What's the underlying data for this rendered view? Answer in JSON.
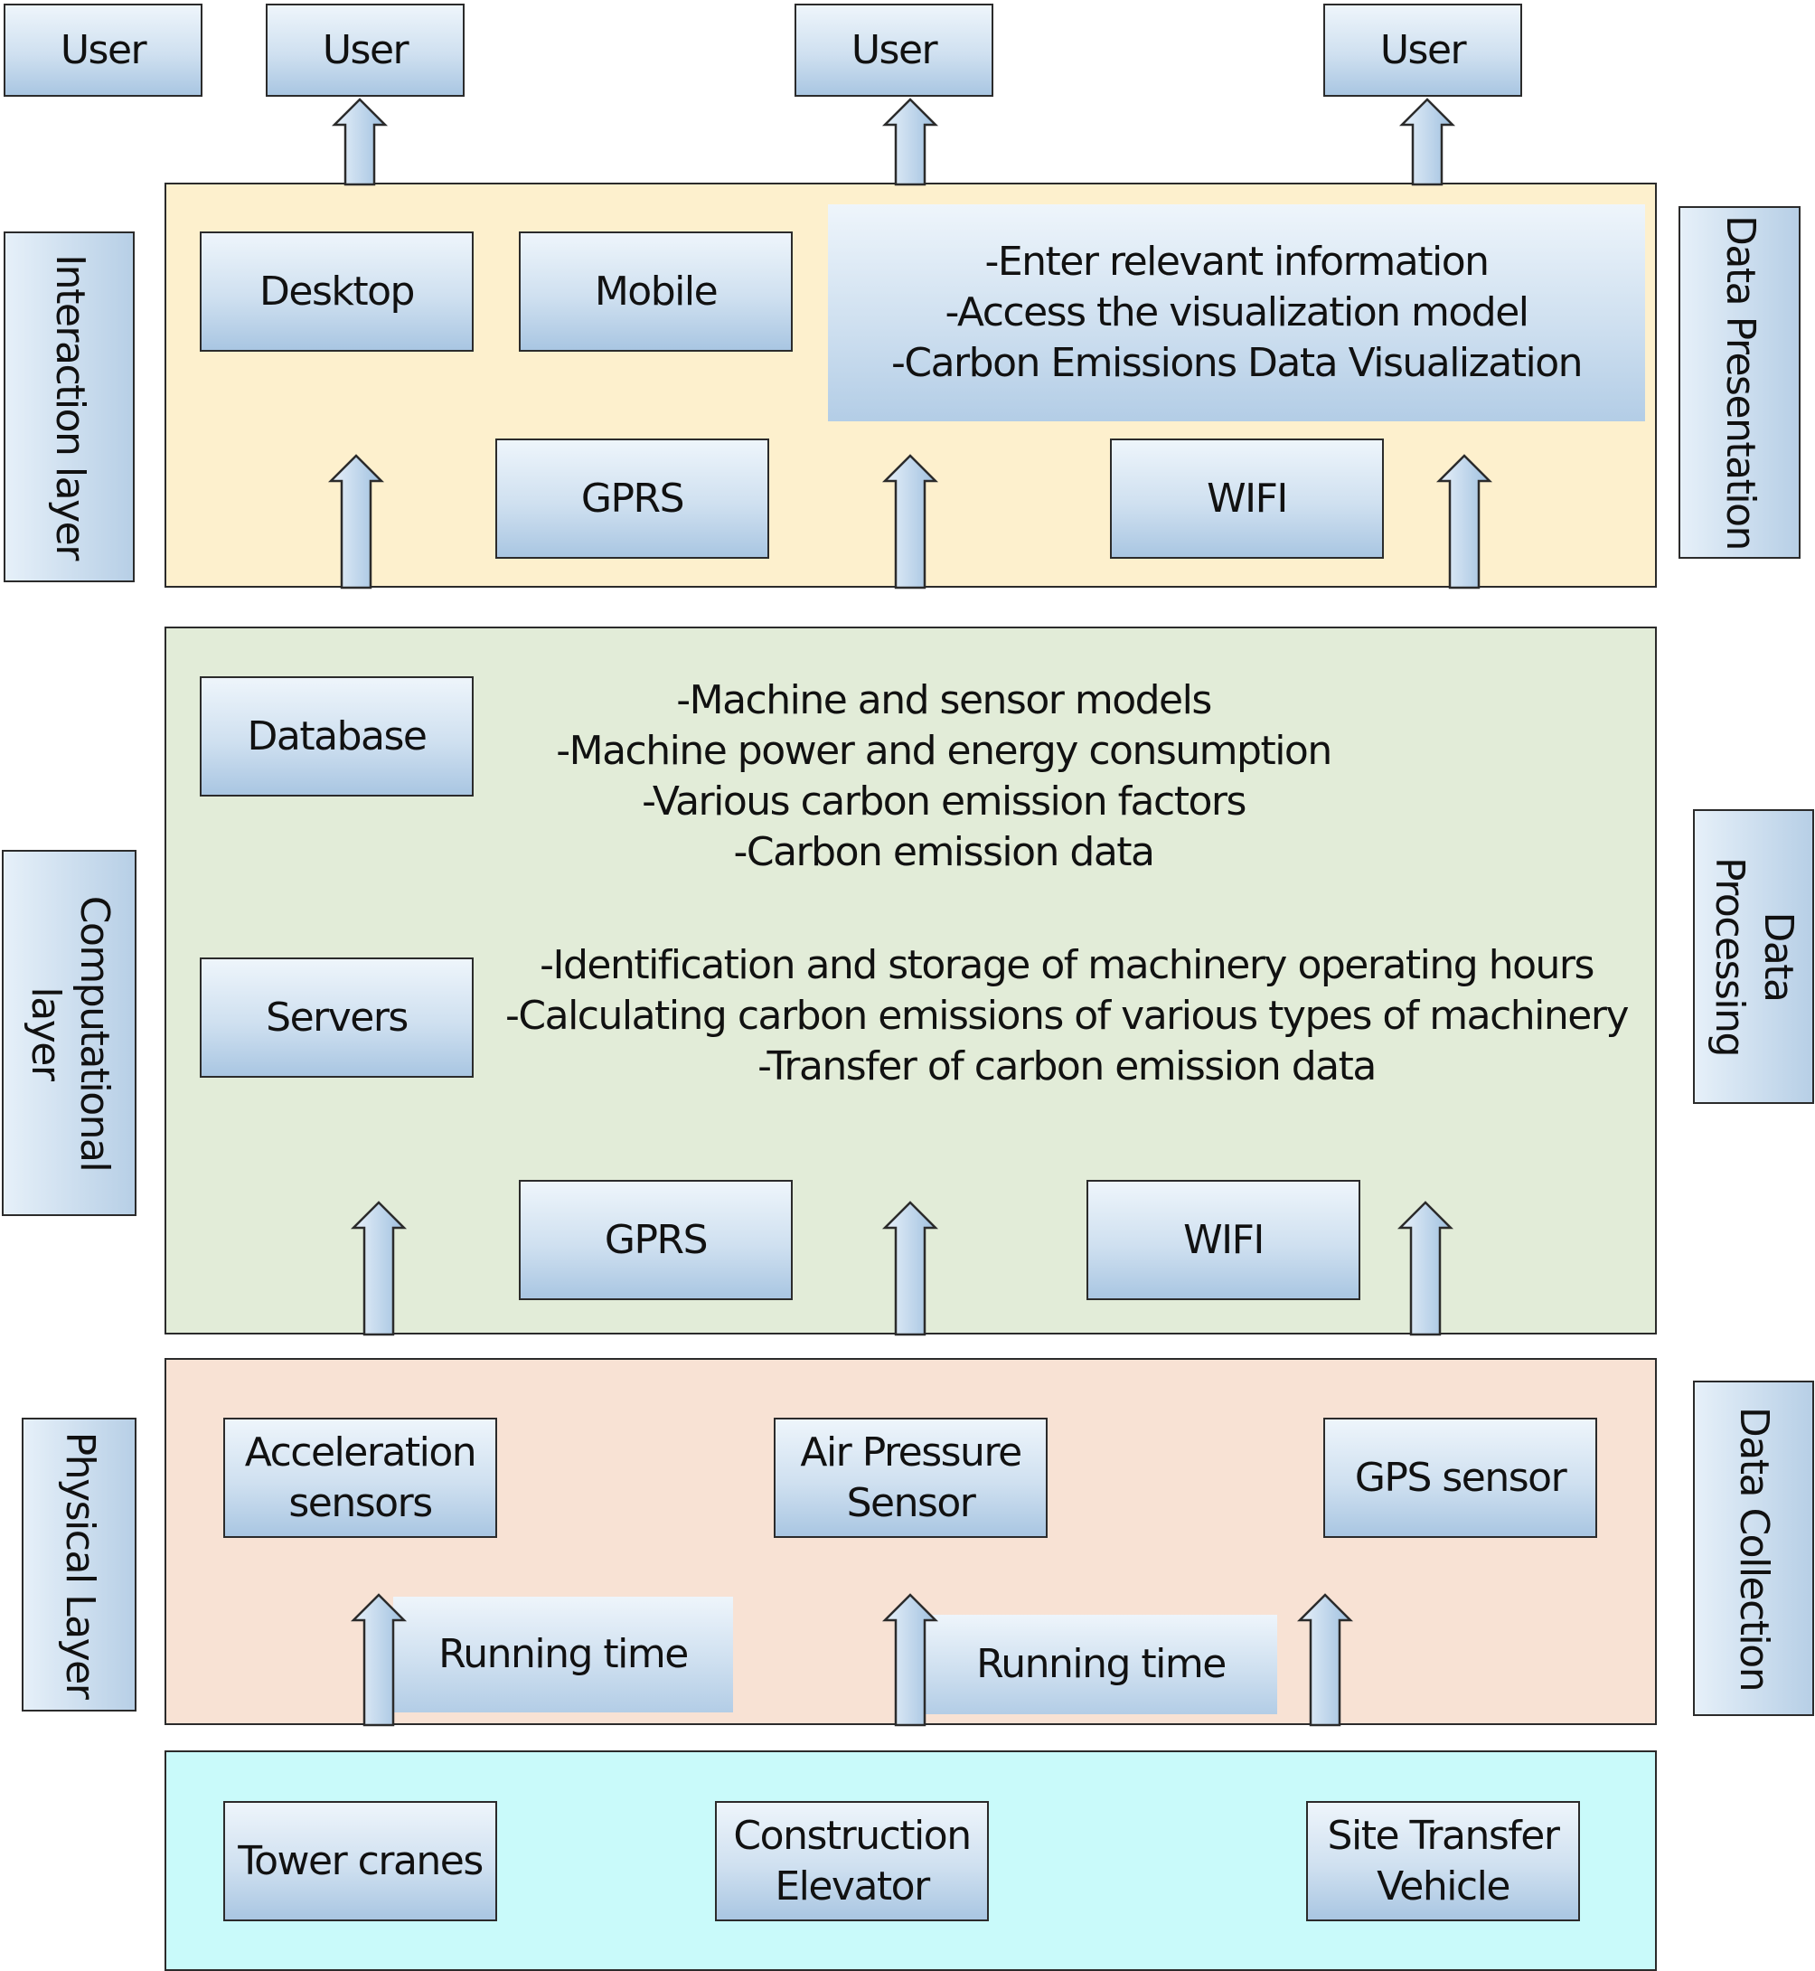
{
  "users": [
    "User",
    "User",
    "User",
    "User"
  ],
  "interaction": {
    "desktop": "Desktop",
    "mobile": "Mobile",
    "features": [
      "-Enter relevant information",
      "-Access the visualization model",
      "-Carbon Emissions Data Visualization"
    ],
    "gprs": "GPRS",
    "wifi": "WIFI"
  },
  "computational": {
    "database": "Database",
    "database_items": [
      "-Machine and sensor models",
      "-Machine power and energy consumption",
      "-Various carbon emission factors",
      "-Carbon emission data"
    ],
    "servers": "Servers",
    "server_items": [
      "-Identification and storage of machinery operating hours",
      "-Calculating carbon emissions of various types of machinery",
      "-Transfer of carbon emission data"
    ],
    "gprs": "GPRS",
    "wifi": "WIFI"
  },
  "physical": {
    "acceleration": [
      "Acceleration",
      "sensors"
    ],
    "air_pressure": [
      "Air Pressure",
      "Sensor"
    ],
    "gps": "GPS sensor",
    "running_time_1": "Running time",
    "running_time_2": "Running time"
  },
  "machines": {
    "tower_cranes": "Tower cranes",
    "elevator": [
      "Construction",
      "Elevator"
    ],
    "vehicle": [
      "Site Transfer",
      "Vehicle"
    ]
  },
  "left_labels": {
    "interaction": "Interaction layer",
    "computational": [
      "Computational",
      "layer"
    ],
    "physical": "Physical Layer"
  },
  "right_labels": {
    "presentation": "Data Presentation",
    "processing": [
      "Data",
      "Processing"
    ],
    "collection": "Data Collection"
  },
  "colors": {
    "interaction_bg": "#fdf0cd",
    "computational_bg": "#e2ecd8",
    "physical_bg": "#f8e2d4",
    "machines_bg": "#c9fafa"
  }
}
